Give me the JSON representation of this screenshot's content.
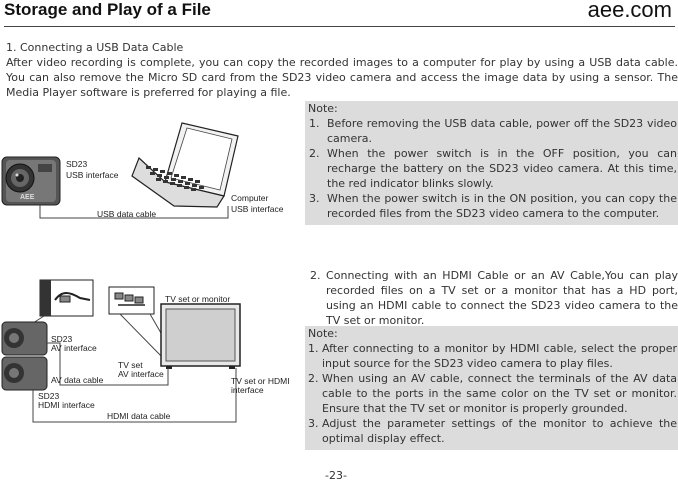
{
  "header": {
    "title": "Storage and Play of a File",
    "brand": "aee.com"
  },
  "section1": {
    "heading": "1. Connecting a USB Data Cable",
    "paragraph": "After video recording is complete, you can copy the recorded images to a computer for play by using a USB data cable. You can also remove the Micro SD card from the SD23 video camera and access the image data by using a sensor. The Media Player software is preferred for playing a file."
  },
  "diagram1": {
    "camera_label_1": "SD23",
    "camera_label_2": "USB interface",
    "cable_label": "USB data cable",
    "computer_label_1": "Computer",
    "computer_label_2": "USB interface",
    "camera_logo": "AEE"
  },
  "note1": {
    "label": "Note:",
    "items": [
      {
        "num": "1.",
        "text": "Before removing the USB data cable, power off the SD23 video camera."
      },
      {
        "num": "2.",
        "text": "When the power switch is in the OFF position, you can recharge the battery on the SD23 video camera. At this time, the red indicator blinks slowly."
      },
      {
        "num": "3.",
        "text": "When the power switch is in the ON position, you can copy the recorded files from the SD23 video camera to the computer."
      }
    ]
  },
  "section2": {
    "text": "2. Connecting with an HDMI Cable or an AV Cable,You can play recorded files on a TV set or a monitor that has a HD port, using an HDMI cable to connect the SD23 video camera to the TV set or monitor."
  },
  "diagram2": {
    "tv_title": "TV set or monitor",
    "av_label_1": "SD23",
    "av_label_2": "AV interface",
    "av_cable": "AV data cable",
    "tv_av_1": "TV set",
    "tv_av_2": "AV interface",
    "tv_hdmi_1": "TV set or HDMI",
    "tv_hdmi_2": "interface",
    "hdmi_cam_1": "SD23",
    "hdmi_cam_2": "HDMI interface",
    "hdmi_cable": "HDMI data cable"
  },
  "note2": {
    "label": "Note:",
    "items": [
      {
        "num": "1.",
        "text": "After connecting to a monitor by HDMI cable, select the proper input source for the SD23 video camera to play files."
      },
      {
        "num": "2.",
        "text": "When using an AV cable, connect the terminals of the AV data cable to the ports in the same color on the TV set or monitor. Ensure that the TV set or monitor is properly grounded."
      },
      {
        "num": "3.",
        "text": "Adjust the parameter settings of the monitor to achieve the optimal display effect."
      }
    ]
  },
  "footer": {
    "page_number": "-23-"
  }
}
